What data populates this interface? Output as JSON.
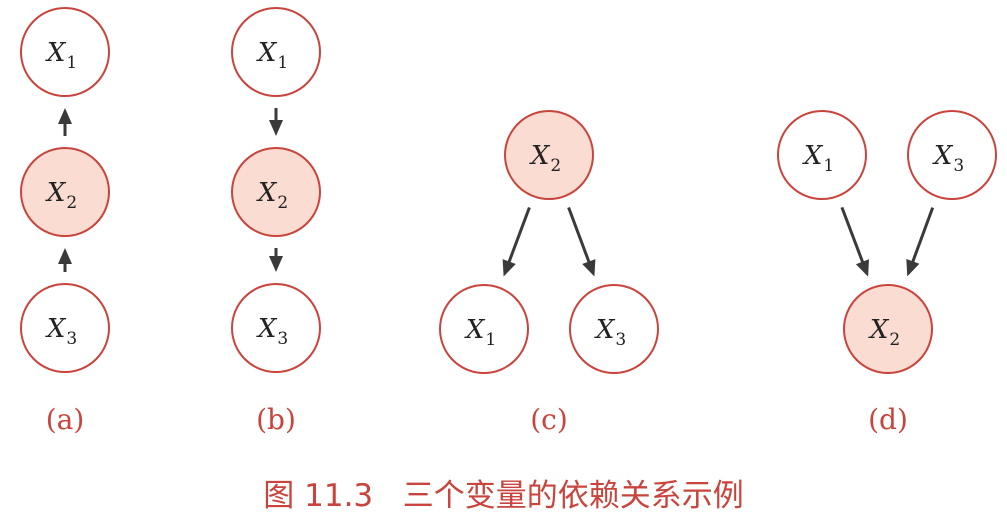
{
  "colors": {
    "node_stroke": "#c9443c",
    "highlight_fill": "#fbdcd2",
    "plain_fill": "#ffffff",
    "edge": "#3a3a3a",
    "label": "#c9443c"
  },
  "panels": [
    {
      "label": "(a)",
      "nodes": [
        {
          "id": "a-x1",
          "var": "X",
          "sub": "1",
          "highlighted": false
        },
        {
          "id": "a-x2",
          "var": "X",
          "sub": "2",
          "highlighted": true
        },
        {
          "id": "a-x3",
          "var": "X",
          "sub": "3",
          "highlighted": false
        }
      ],
      "edges": [
        {
          "from": "a-x2",
          "to": "a-x1"
        },
        {
          "from": "a-x3",
          "to": "a-x2"
        }
      ]
    },
    {
      "label": "(b)",
      "nodes": [
        {
          "id": "b-x1",
          "var": "X",
          "sub": "1",
          "highlighted": false
        },
        {
          "id": "b-x2",
          "var": "X",
          "sub": "2",
          "highlighted": true
        },
        {
          "id": "b-x3",
          "var": "X",
          "sub": "3",
          "highlighted": false
        }
      ],
      "edges": [
        {
          "from": "b-x1",
          "to": "b-x2"
        },
        {
          "from": "b-x2",
          "to": "b-x3"
        }
      ]
    },
    {
      "label": "(c)",
      "nodes": [
        {
          "id": "c-x2",
          "var": "X",
          "sub": "2",
          "highlighted": true
        },
        {
          "id": "c-x1",
          "var": "X",
          "sub": "1",
          "highlighted": false
        },
        {
          "id": "c-x3",
          "var": "X",
          "sub": "3",
          "highlighted": false
        }
      ],
      "edges": [
        {
          "from": "c-x2",
          "to": "c-x1"
        },
        {
          "from": "c-x2",
          "to": "c-x3"
        }
      ]
    },
    {
      "label": "(d)",
      "nodes": [
        {
          "id": "d-x1",
          "var": "X",
          "sub": "1",
          "highlighted": false
        },
        {
          "id": "d-x3",
          "var": "X",
          "sub": "3",
          "highlighted": false
        },
        {
          "id": "d-x2",
          "var": "X",
          "sub": "2",
          "highlighted": true
        }
      ],
      "edges": [
        {
          "from": "d-x1",
          "to": "d-x2"
        },
        {
          "from": "d-x3",
          "to": "d-x2"
        }
      ]
    }
  ],
  "caption": "图 11.3   三个变量的依赖关系示例"
}
